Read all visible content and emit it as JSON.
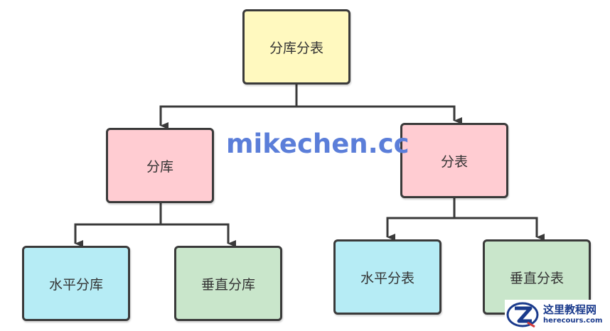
{
  "nodes": {
    "root": {
      "label": "分库分表",
      "color": "#fff9bf"
    },
    "db": {
      "label": "分库",
      "color": "#ffccd2"
    },
    "table": {
      "label": "分表",
      "color": "#ffccd2"
    },
    "horizontal_db": {
      "label": "水平分库",
      "color": "#b6ecf5"
    },
    "vertical_db": {
      "label": "垂直分库",
      "color": "#c9e6cb"
    },
    "horizontal_table": {
      "label": "水平分表",
      "color": "#b6ecf5"
    },
    "vertical_table": {
      "label": "垂直分表",
      "color": "#c9e6cb"
    }
  },
  "connector_color": "#3a3a3a",
  "watermark": {
    "text": "mikechen.cc",
    "color": "#5b7ed9"
  },
  "brand": {
    "name": "这里教程网",
    "url": "herecours.com",
    "logo_icon": "z-logo-icon",
    "color": "#1a3a8c"
  }
}
